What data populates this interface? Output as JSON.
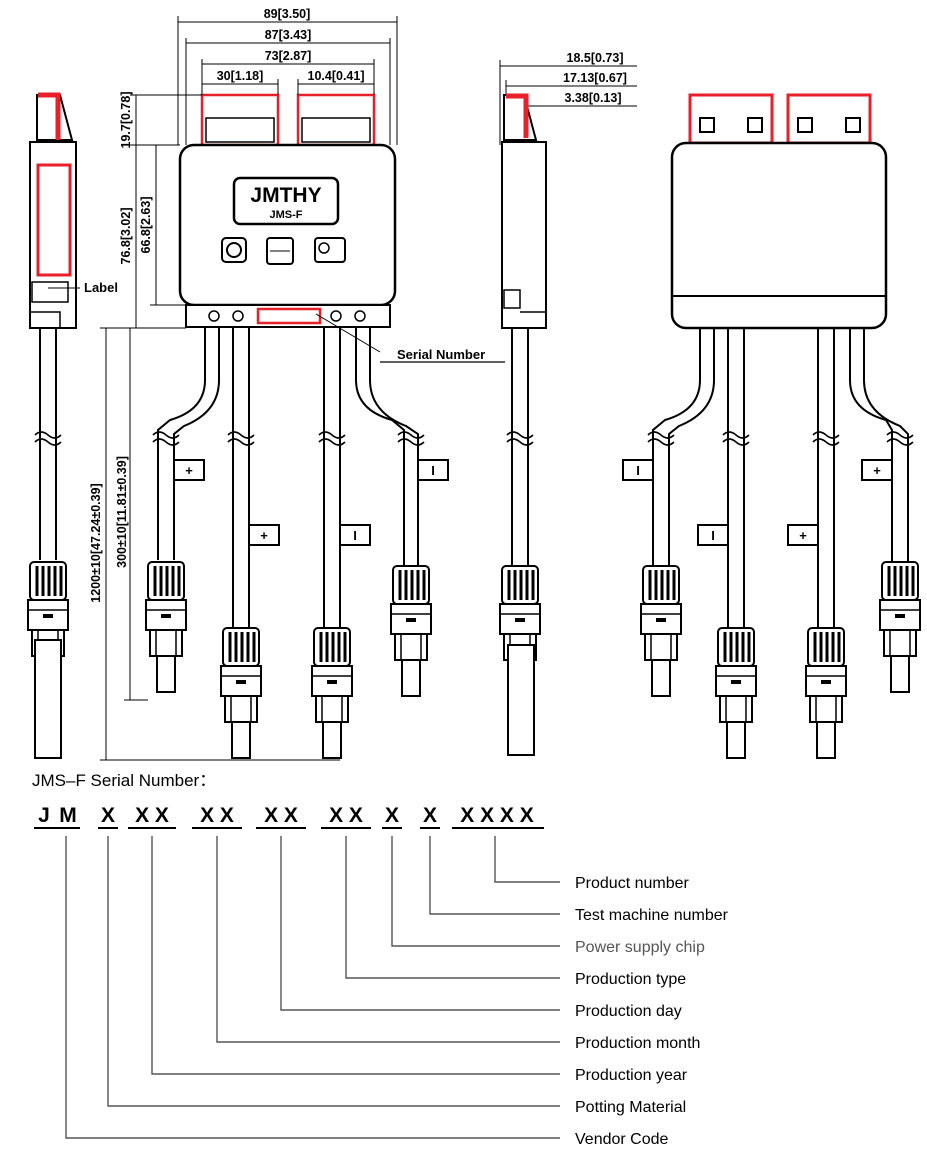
{
  "dimensions": {
    "overall_width": "89[3.50]",
    "inner_width": "87[3.43]",
    "connector_span": "73[2.87]",
    "connector_a": "30[1.18]",
    "connector_b": "10.4[0.41]",
    "cap_height": "19.7[0.78]",
    "body_height": "76.8[3.02]",
    "body_inner_height": "66.8[2.63]",
    "cable_short": "300±10[11.81±0.39]",
    "cable_long": "1200±10[47.24±0.39]",
    "side_depth": "18.5[0.73]",
    "side_depth_2": "17.13[0.67]",
    "side_clip": "3.38[0.13]"
  },
  "labels": {
    "label": "Label",
    "serial_number": "Serial Number"
  },
  "product": {
    "brand": "JMTHY",
    "model": "JMS-F"
  },
  "polarity": {
    "plus": "+",
    "minus": "I"
  },
  "serial_breakdown": {
    "title": "JMS–F Serial Number：",
    "groups": [
      "J",
      "M",
      "X",
      "X X",
      "X X",
      "X X",
      "X X",
      "X",
      "X",
      "X X X X"
    ],
    "legend": [
      "Product number",
      "Test machine number",
      "Power supply chip",
      "Production type",
      "Production day",
      "Production month",
      "Production year",
      "Potting Material",
      "Vendor Code"
    ]
  },
  "colors": {
    "line": "#000000",
    "accent_red": "#e8202a",
    "legend_gray": "#555555",
    "body_fill": "#ffffff"
  }
}
